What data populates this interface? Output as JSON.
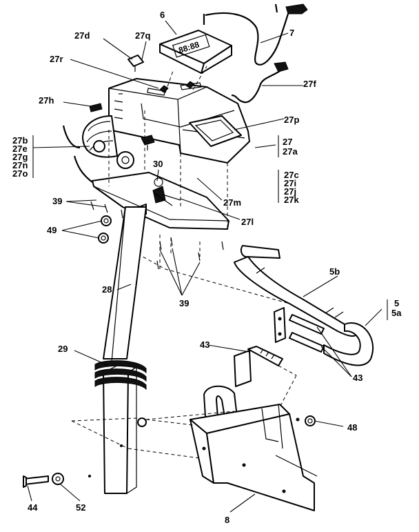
{
  "diagram": {
    "labels": {
      "p6": "6",
      "p7": "7",
      "p27d": "27d",
      "p27q": "27q",
      "p27r": "27r",
      "p27f": "27f",
      "p27h": "27h",
      "p27p": "27p",
      "p27": "27",
      "p27a": "27a",
      "p27b": "27b",
      "p27e": "27e",
      "p27g": "27g",
      "p27n": "27n",
      "p27o": "27o",
      "p30": "30",
      "p27c": "27c",
      "p27i": "27i",
      "p27j": "27j",
      "p27k": "27k",
      "p27m": "27m",
      "p27l": "27l",
      "p39a": "39",
      "p49": "49",
      "p39b": "39",
      "p28": "28",
      "p5b": "5b",
      "p5": "5",
      "p5a": "5a",
      "p29": "29",
      "p43a": "43",
      "p43b": "43",
      "p48": "48",
      "p44": "44",
      "p52": "52",
      "p8": "8"
    }
  }
}
